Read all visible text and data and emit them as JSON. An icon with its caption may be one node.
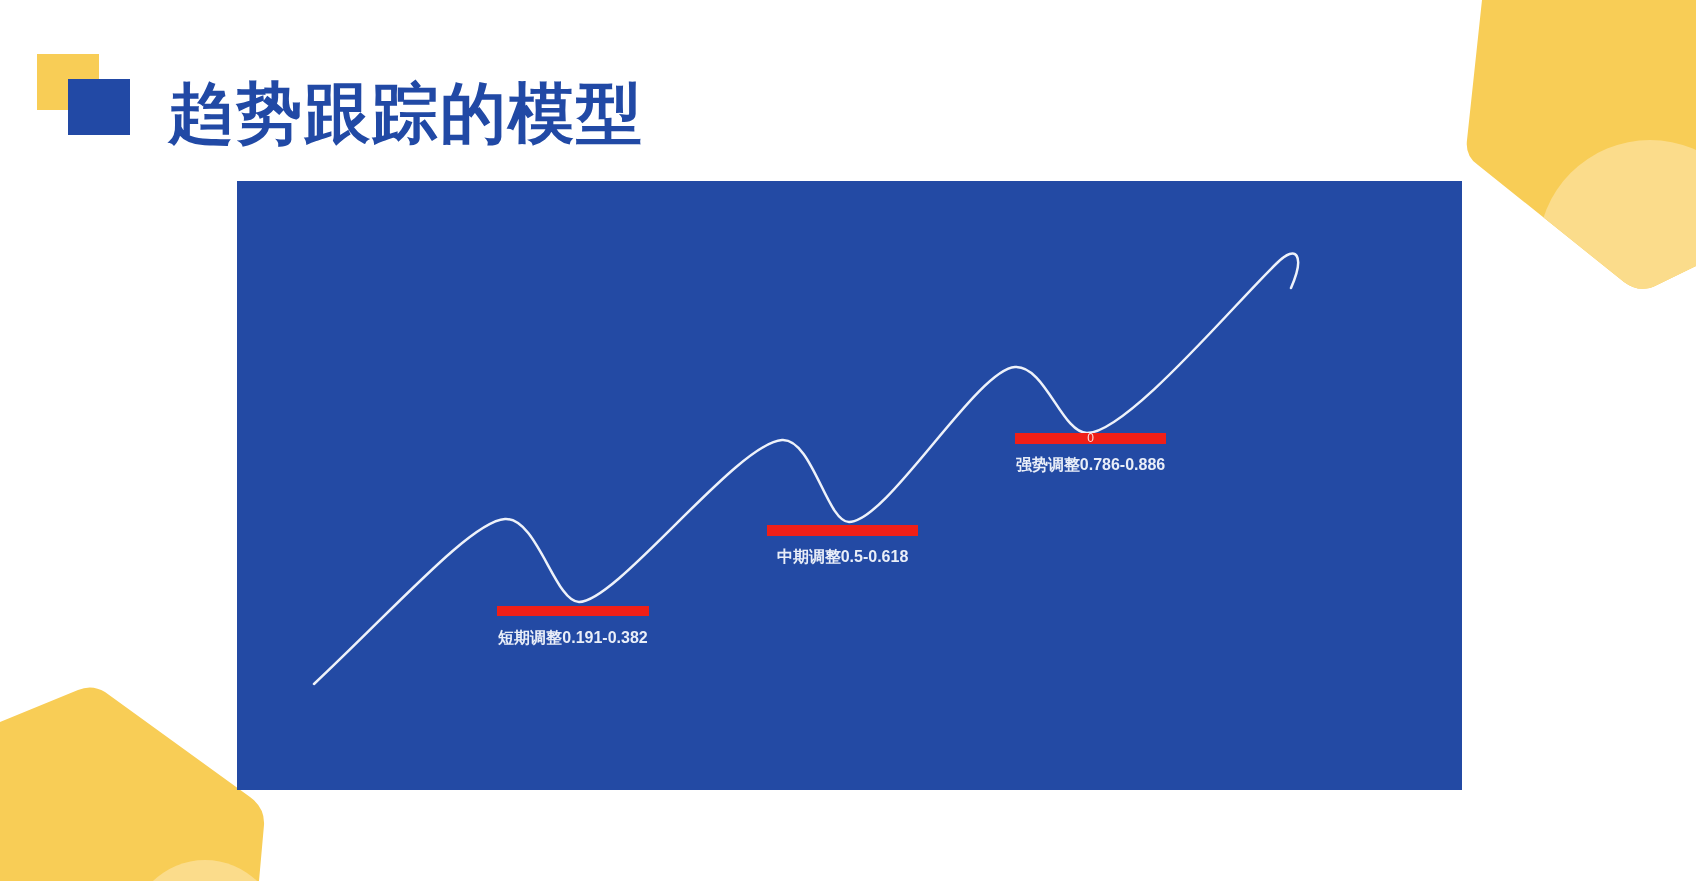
{
  "diagram": {
    "title": "趋势跟踪的模型",
    "nodes": [
      {
        "text": [],
        "shape": "bar",
        "beside": [
          "短期调整0.191-0.382"
        ]
      },
      {
        "text": [],
        "shape": "bar",
        "beside": [
          "中期调整0.5-0.618"
        ]
      },
      {
        "text": [
          "0"
        ],
        "beside": [
          "强势调整0.786-0.886"
        ]
      }
    ]
  }
}
